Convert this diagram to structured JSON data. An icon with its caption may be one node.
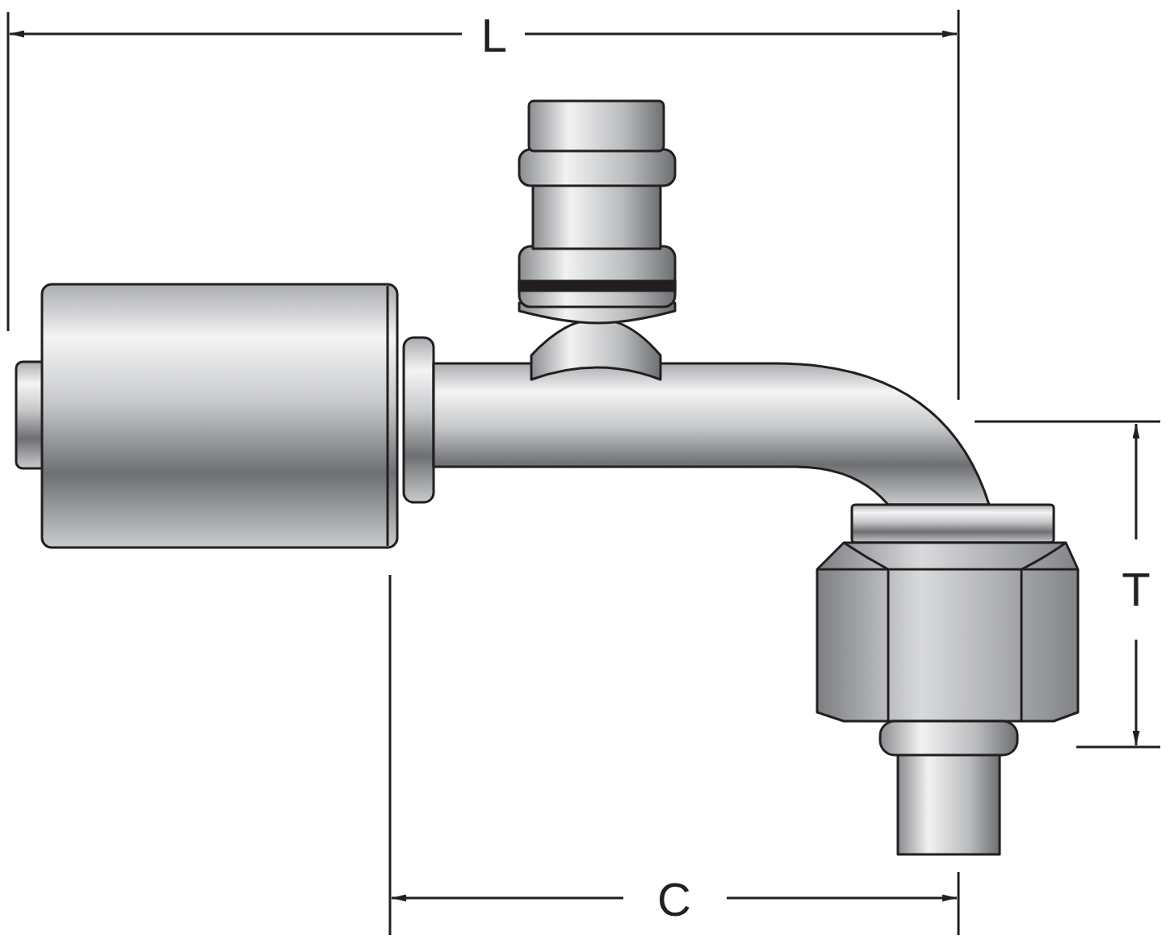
{
  "diagram": {
    "labels": [
      "L",
      "T",
      "C"
    ]
  }
}
